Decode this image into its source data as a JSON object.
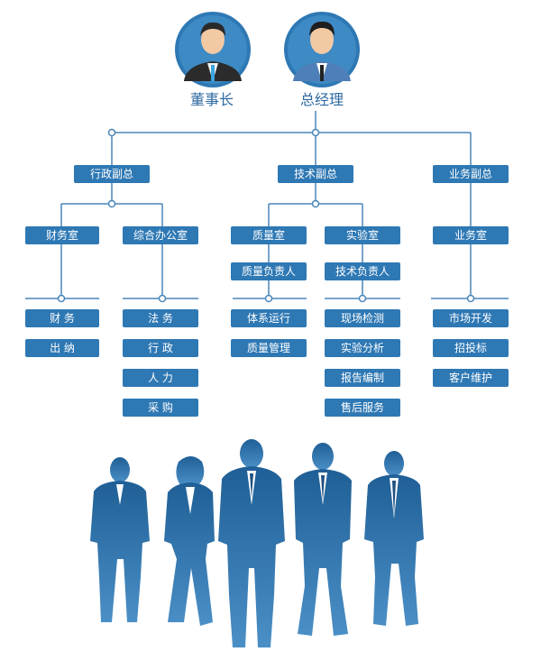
{
  "leaders": [
    {
      "label": "董事长",
      "icon": "chairman-avatar-icon"
    },
    {
      "label": "总经理",
      "icon": "general-manager-avatar-icon"
    }
  ],
  "vice_presidents": [
    {
      "label": "行政副总"
    },
    {
      "label": "技术副总"
    },
    {
      "label": "业务副总"
    }
  ],
  "departments": [
    {
      "label": "财务室"
    },
    {
      "label": "综合办公室"
    },
    {
      "label": "质量室",
      "lead": "质量负责人"
    },
    {
      "label": "实验室",
      "lead": "技术负责人"
    },
    {
      "label": "业务室"
    }
  ],
  "functions": {
    "finance": [
      "财 务",
      "出 纳"
    ],
    "office": [
      "法 务",
      "行 政",
      "人 力",
      "采 购"
    ],
    "quality": [
      "体系运行",
      "质量管理"
    ],
    "lab": [
      "现场检测",
      "实验分析",
      "报告编制",
      "售后服务"
    ],
    "business": [
      "市场开发",
      "招投标",
      "客户维护"
    ]
  },
  "colors": {
    "box": "#2e78b4",
    "line": "#4a86b8",
    "title": "#2e6aa0",
    "silhouette": "#2a6fa8"
  }
}
